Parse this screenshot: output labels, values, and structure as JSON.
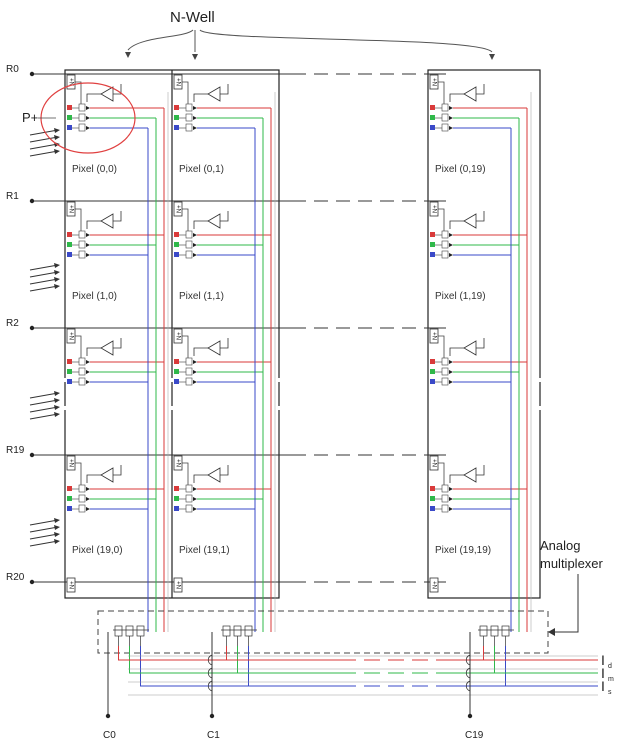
{
  "title": "N-Well",
  "pplus_label": "P+",
  "rows": [
    {
      "label": "R0",
      "pixel_row": "0"
    },
    {
      "label": "R1",
      "pixel_row": "1"
    },
    {
      "label": "R2",
      "pixel_row": "2"
    },
    {
      "label": "R19",
      "pixel_row": "19"
    },
    {
      "label": "R20",
      "pixel_row": null
    }
  ],
  "columns": [
    {
      "label": "C0",
      "pixel_col": "0"
    },
    {
      "label": "C1",
      "pixel_col": "1"
    },
    {
      "label": "C19",
      "pixel_col": "19"
    }
  ],
  "pixels": [
    [
      "Pixel (0,0)",
      "Pixel (0,1)",
      "Pixel (0,19)"
    ],
    [
      "Pixel (1,0)",
      "Pixel (1,1)",
      "Pixel (1,19)"
    ],
    [
      "Pixel (19,0)",
      "Pixel (19,1)",
      "Pixel (19,19)"
    ]
  ],
  "nplus_label": "N+",
  "mux_label_line1": "Analog",
  "mux_label_line2": "multiplexer",
  "outputs": [
    {
      "main": "I",
      "sub": "d",
      "color": "#d93a3a"
    },
    {
      "main": "I",
      "sub": "m",
      "color": "#2fb84a"
    },
    {
      "main": "I",
      "sub": "s",
      "color": "#3a49c8"
    }
  ],
  "colors": {
    "red": "#d93a3a",
    "green": "#2fb84a",
    "blue": "#3a49c8",
    "highlight_circle": "#e04040",
    "line": "#333333"
  }
}
